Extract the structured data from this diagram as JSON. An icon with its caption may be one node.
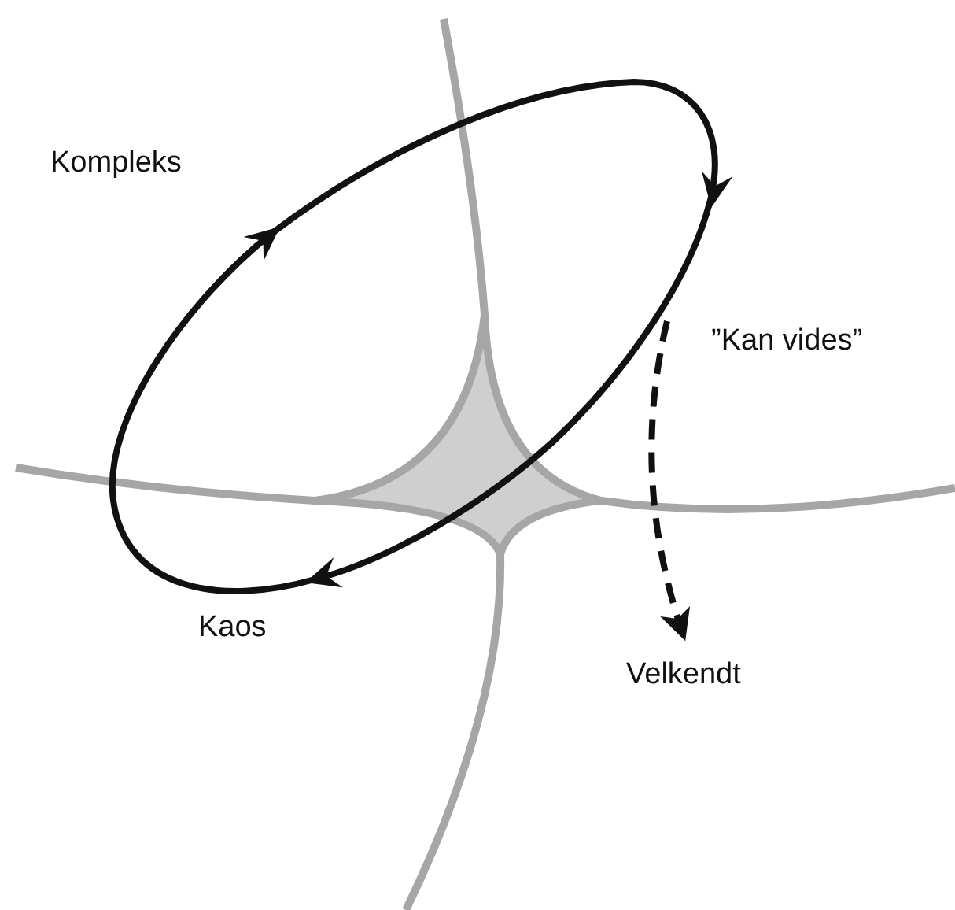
{
  "diagram": {
    "nodes": [
      {
        "text": [
          "Kompleks"
        ]
      },
      {
        "text": [
          "”Kan vides”"
        ]
      },
      {
        "text": [
          "Kaos"
        ]
      },
      {
        "text": [
          "Velkendt"
        ]
      }
    ],
    "edges": [
      {
        "from": null,
        "to": 3,
        "arrow": "to",
        "style": "dashed"
      }
    ]
  }
}
